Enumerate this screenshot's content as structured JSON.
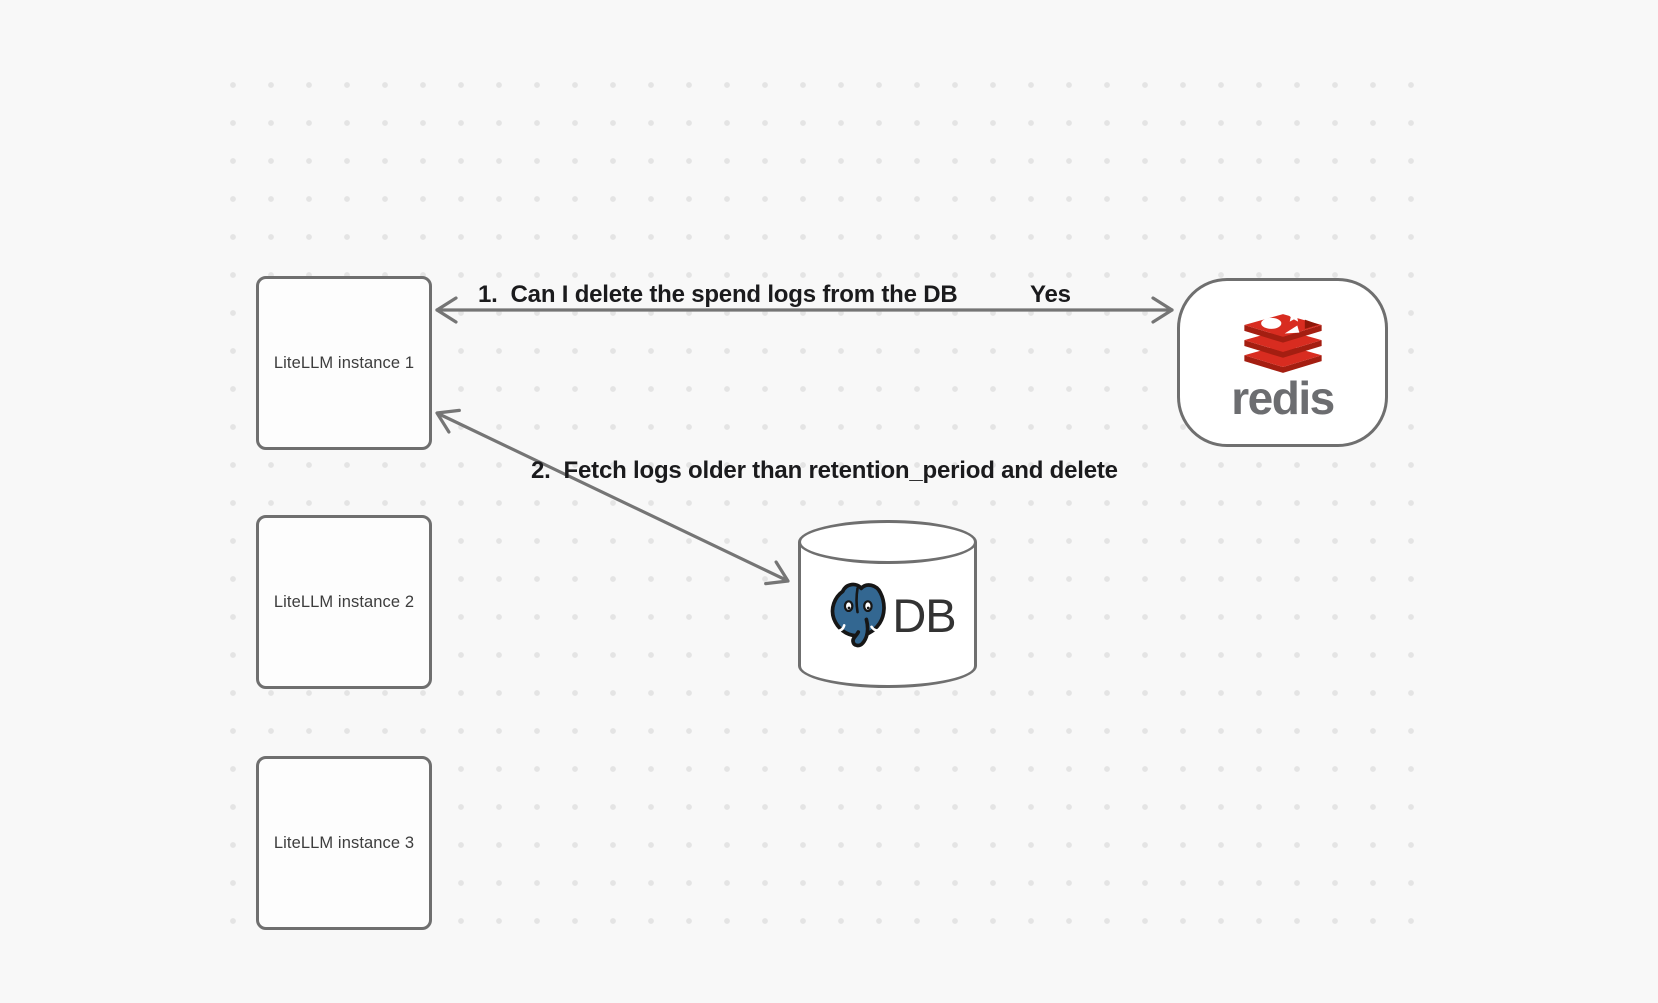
{
  "diagram": {
    "instances": [
      {
        "label": "LiteLLM instance 1"
      },
      {
        "label": "LiteLLM instance 2"
      },
      {
        "label": "LiteLLM instance 3"
      }
    ],
    "redis": {
      "wordmark": "redis"
    },
    "db": {
      "label": "DB"
    },
    "edges": {
      "edge1": {
        "label": "1.  Can I delete the spend logs from the DB",
        "answer": "Yes"
      },
      "edge2": {
        "label": "2.  Fetch logs older than retention_period and delete"
      }
    },
    "colors": {
      "background": "#f8f8f8",
      "grid_dot": "#e4e4e4",
      "node_border": "#6f6f6f",
      "arrow": "#757575",
      "label_text": "#1b1b1d",
      "redis_red": "#d82c20",
      "redis_red_dark": "#a41e11",
      "redis_wordmark_gray": "#6c6d70",
      "postgres_blue": "#336791",
      "db_text": "#333333"
    }
  }
}
